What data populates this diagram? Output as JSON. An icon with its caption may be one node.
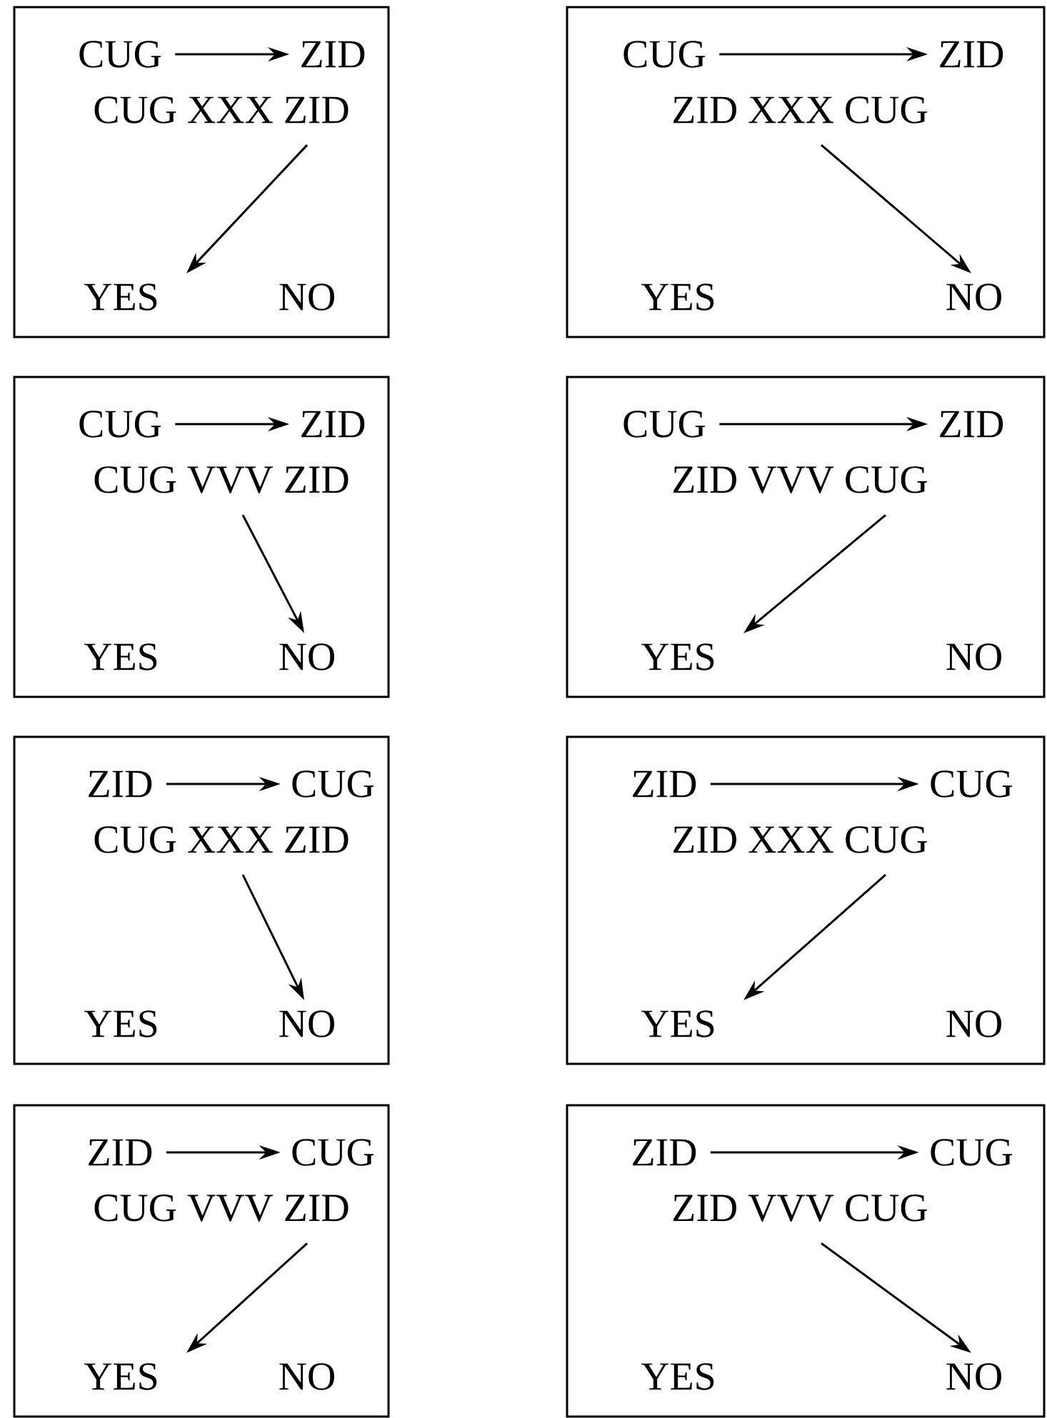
{
  "diagram": {
    "nodes": [
      {
        "text": [],
        "shape": "box"
      },
      {
        "text": [
          "CUG"
        ],
        "in": 0
      },
      {
        "text": [
          "ZID"
        ],
        "in": 0
      },
      {
        "text": [
          "CUG XXX ZID"
        ],
        "in": 0
      },
      {
        "text": [
          "YES"
        ],
        "in": 0
      },
      {
        "text": [
          "NO"
        ],
        "in": 0
      },
      {
        "text": [],
        "shape": "box"
      },
      {
        "text": [
          "CUG"
        ],
        "in": 6
      },
      {
        "text": [
          "ZID"
        ],
        "in": 6
      },
      {
        "text": [
          "ZID XXX CUG"
        ],
        "in": 6
      },
      {
        "text": [
          "YES"
        ],
        "in": 6
      },
      {
        "text": [
          "NO"
        ],
        "in": 6
      },
      {
        "text": [],
        "shape": "box"
      },
      {
        "text": [
          "CUG"
        ],
        "in": 12
      },
      {
        "text": [
          "ZID"
        ],
        "in": 12
      },
      {
        "text": [
          "CUG VVV ZID"
        ],
        "in": 12
      },
      {
        "text": [
          "YES"
        ],
        "in": 12
      },
      {
        "text": [
          "NO"
        ],
        "in": 12
      },
      {
        "text": [],
        "shape": "box"
      },
      {
        "text": [
          "CUG"
        ],
        "in": 18
      },
      {
        "text": [
          "ZID"
        ],
        "in": 18
      },
      {
        "text": [
          "ZID VVV CUG"
        ],
        "in": 18
      },
      {
        "text": [
          "YES"
        ],
        "in": 18
      },
      {
        "text": [
          "NO"
        ],
        "in": 18
      },
      {
        "text": [],
        "shape": "box"
      },
      {
        "text": [
          "ZID"
        ],
        "in": 24
      },
      {
        "text": [
          "CUG"
        ],
        "in": 24
      },
      {
        "text": [
          "CUG XXX ZID"
        ],
        "in": 24
      },
      {
        "text": [
          "YES"
        ],
        "in": 24
      },
      {
        "text": [
          "NO"
        ],
        "in": 24
      },
      {
        "text": [],
        "shape": "box"
      },
      {
        "text": [
          "ZID"
        ],
        "in": 30
      },
      {
        "text": [
          "CUG"
        ],
        "in": 30
      },
      {
        "text": [
          "ZID XXX CUG"
        ],
        "in": 30
      },
      {
        "text": [
          "YES"
        ],
        "in": 30
      },
      {
        "text": [
          "NO"
        ],
        "in": 30
      },
      {
        "text": [],
        "shape": "box"
      },
      {
        "text": [
          "ZID"
        ],
        "in": 36
      },
      {
        "text": [
          "CUG"
        ],
        "in": 36
      },
      {
        "text": [
          "CUG VVV ZID"
        ],
        "in": 36
      },
      {
        "text": [
          "YES"
        ],
        "in": 36
      },
      {
        "text": [
          "NO"
        ],
        "in": 36
      },
      {
        "text": [],
        "shape": "box"
      },
      {
        "text": [
          "ZID"
        ],
        "in": 42
      },
      {
        "text": [
          "CUG"
        ],
        "in": 42
      },
      {
        "text": [
          "ZID VVV CUG"
        ],
        "in": 42
      },
      {
        "text": [
          "YES"
        ],
        "in": 42
      },
      {
        "text": [
          "NO"
        ],
        "in": 42
      }
    ],
    "edges": [
      {
        "from": 1,
        "to": 2,
        "arrow": "to"
      },
      {
        "from": 3,
        "to": 4,
        "arrow": "to"
      },
      {
        "from": 7,
        "to": 8,
        "arrow": "to"
      },
      {
        "from": 9,
        "to": 11,
        "arrow": "to"
      },
      {
        "from": 13,
        "to": 14,
        "arrow": "to"
      },
      {
        "from": 15,
        "to": 17,
        "arrow": "to"
      },
      {
        "from": 19,
        "to": 20,
        "arrow": "to"
      },
      {
        "from": 21,
        "to": 22,
        "arrow": "to"
      },
      {
        "from": 25,
        "to": 26,
        "arrow": "to"
      },
      {
        "from": 27,
        "to": 29,
        "arrow": "to"
      },
      {
        "from": 31,
        "to": 32,
        "arrow": "to"
      },
      {
        "from": 33,
        "to": 34,
        "arrow": "to"
      },
      {
        "from": 37,
        "to": 38,
        "arrow": "to"
      },
      {
        "from": 39,
        "to": 40,
        "arrow": "to"
      },
      {
        "from": 43,
        "to": 44,
        "arrow": "to"
      },
      {
        "from": 45,
        "to": 47,
        "arrow": "to"
      }
    ]
  }
}
